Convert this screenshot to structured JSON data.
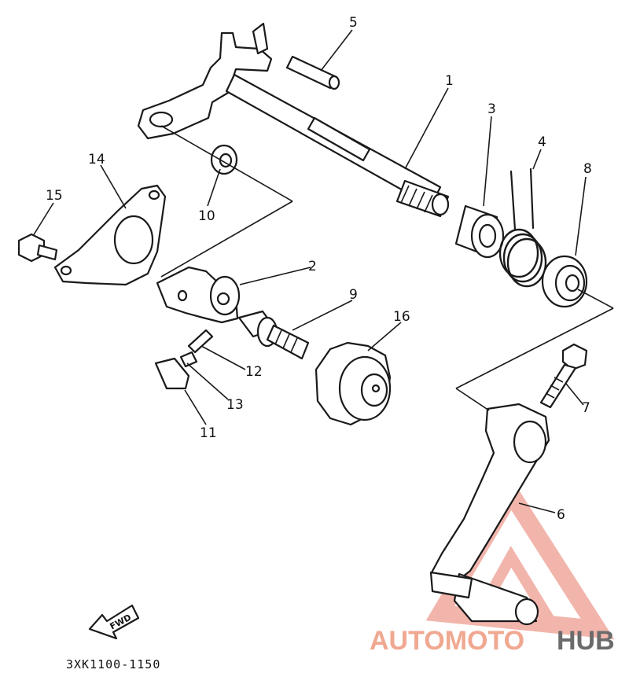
{
  "diagram": {
    "callouts": [
      {
        "id": "1",
        "label": "1"
      },
      {
        "id": "2",
        "label": "2"
      },
      {
        "id": "3",
        "label": "3"
      },
      {
        "id": "4",
        "label": "4"
      },
      {
        "id": "5",
        "label": "5"
      },
      {
        "id": "6",
        "label": "6"
      },
      {
        "id": "7",
        "label": "7"
      },
      {
        "id": "8",
        "label": "8"
      },
      {
        "id": "9",
        "label": "9"
      },
      {
        "id": "10",
        "label": "10"
      },
      {
        "id": "11",
        "label": "11"
      },
      {
        "id": "12",
        "label": "12"
      },
      {
        "id": "13",
        "label": "13"
      },
      {
        "id": "14",
        "label": "14"
      },
      {
        "id": "15",
        "label": "15"
      },
      {
        "id": "16",
        "label": "16"
      }
    ],
    "direction_label": "FWD",
    "part_code": "3XK1100-1150"
  },
  "watermark": {
    "part_1": "AUTOMOTO",
    "part_2": "HUB",
    "color_1": "#f0a890",
    "color_2": "#6b6b6b",
    "logo_color": "#e87a6a"
  }
}
